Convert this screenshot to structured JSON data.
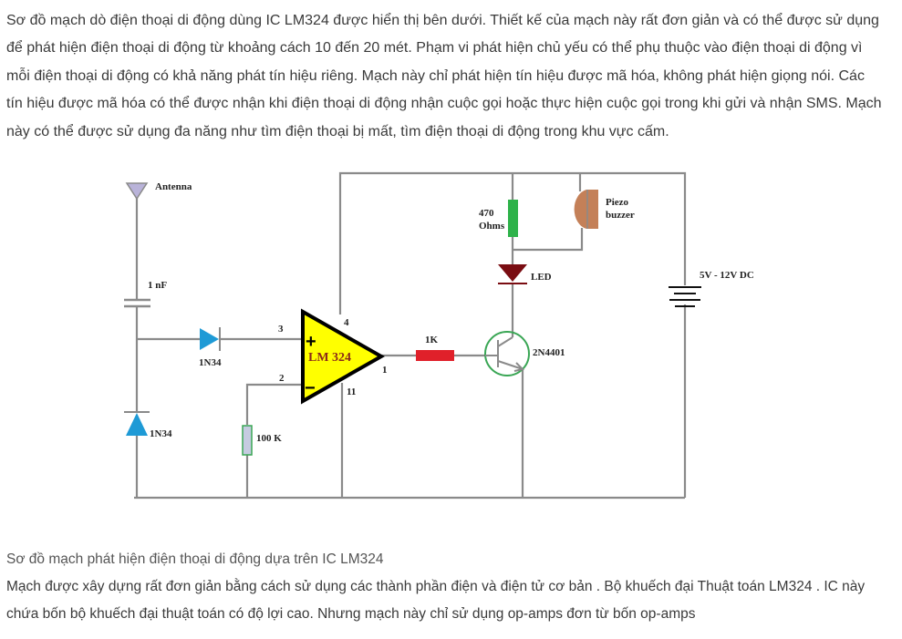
{
  "article": {
    "intro": "Sơ đồ mạch dò điện thoại di động dùng IC LM324 được hiển thị bên dưới. Thiết kế của mạch này rất đơn giản và có thể được sử dụng để phát hiện điện thoại di động từ khoảng cách 10 đến 20 mét. Phạm vi phát hiện chủ yếu có thể phụ thuộc vào điện thoại di động vì mỗi điện thoại di động có khả năng phát tín hiệu riêng. Mạch này chỉ phát hiện tín hiệu được mã hóa, không phát hiện giọng nói. Các tín hiệu được mã hóa có thể được nhận khi điện thoại di động nhận cuộc gọi hoặc thực hiện cuộc gọi trong khi gửi và nhận SMS. Mạch này có thể được sử dụng đa năng như tìm điện thoại bị mất, tìm điện thoại di động trong khu vực cấm.",
    "caption": "Sơ đồ mạch phát hiện điện thoại di động dựa trên IC LM324",
    "body": "Mạch được xây dựng rất đơn giản bằng cách sử dụng các thành phần điện và điện tử cơ bản . Bộ khuếch đại Thuật toán LM324 . IC này chứa bốn bộ khuếch đại thuật toán có độ lợi cao. Nhưng mạch này chỉ sử dụng op-amps đơn từ bốn op-amps"
  },
  "schematic": {
    "labels": {
      "antenna": "Antenna",
      "capacitor": "1 nF",
      "diode1": "1N34",
      "diode2": "1N34",
      "resistor_100k": "100 K",
      "opamp": "LM 324",
      "opamp_plus": "+",
      "opamp_minus": "−",
      "pin3": "3",
      "pin2": "2",
      "pin4": "4",
      "pin11": "11",
      "pin1": "1",
      "resistor_1k": "1K",
      "transistor": "2N4401",
      "resistor_470_line1": "470",
      "resistor_470_line2": "Ohms",
      "led": "LED",
      "piezo_line1": "Piezo",
      "piezo_line2": "buzzer",
      "supply": "5V - 12V DC"
    },
    "colors": {
      "wire": "#8a8a8a",
      "antenna": "#b9b3d9",
      "diode": "#1e9ad6",
      "opamp_fill": "#ffff00",
      "opamp_text": "#8b2a1a",
      "resistor_100k_fill": "#c5cbe0",
      "resistor_100k_border": "#3aa655",
      "resistor_1k": "#e0202a",
      "resistor_470": "#2eb24a",
      "led": "#7a0d12",
      "piezo": "#c48058",
      "transistor_ring": "#3aa655"
    }
  }
}
